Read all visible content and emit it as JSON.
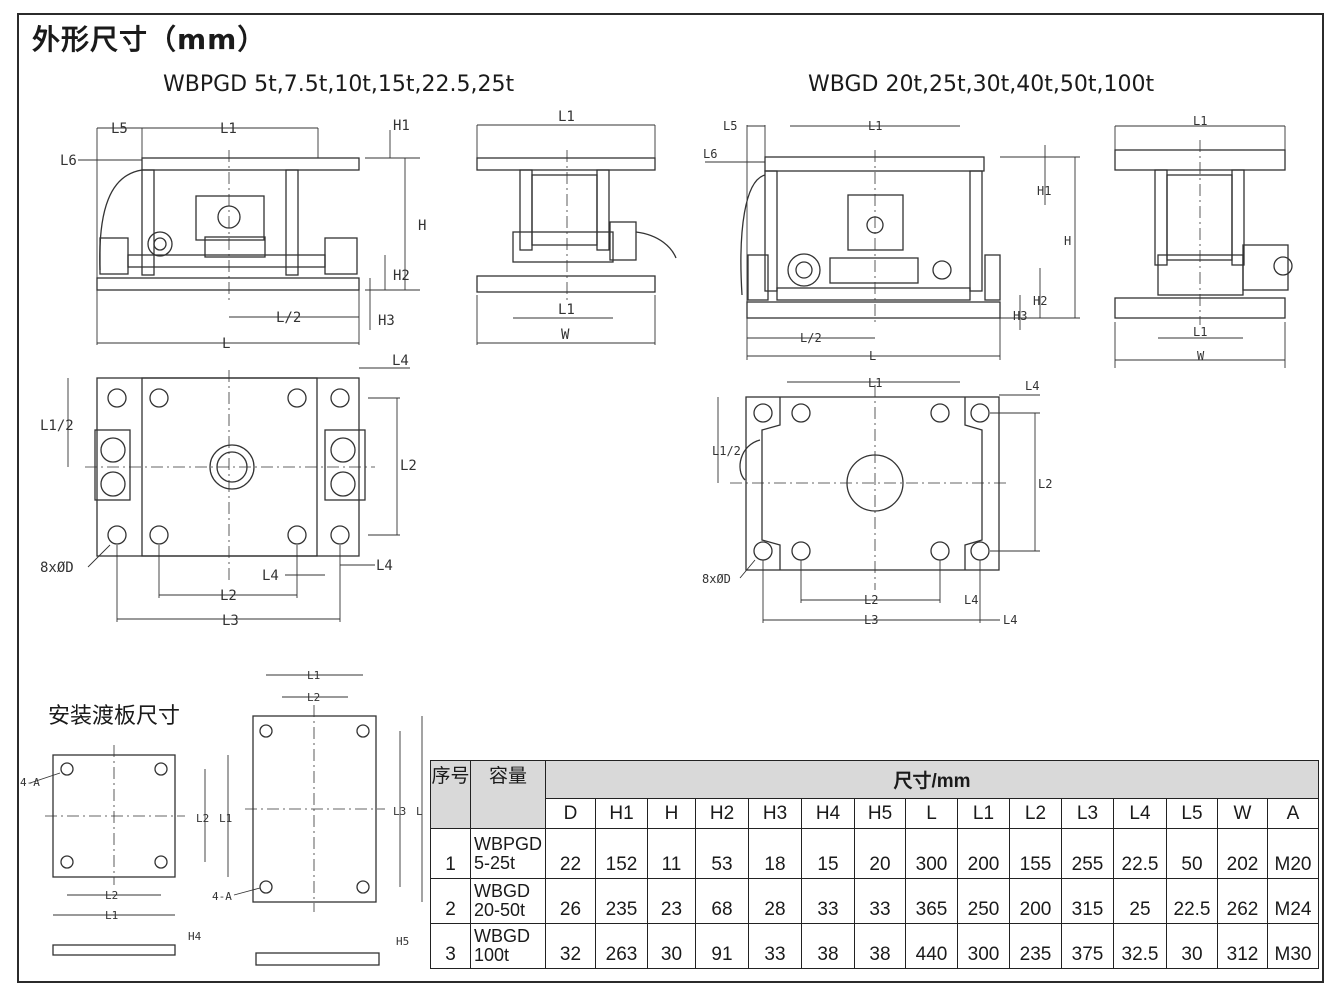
{
  "title": "外形尺寸（mm）",
  "models": {
    "left": "WBPGD 5t,7.5t,10t,15t,22.5,25t",
    "right": "WBGD 20t,25t,30t,40t,50t,100t"
  },
  "plate_title": "安装渡板尺寸",
  "labels": {
    "L": "L",
    "L1": "L1",
    "L2": "L2",
    "L3": "L3",
    "L4": "L4",
    "L5": "L5",
    "L6": "L6",
    "L_half": "L/2",
    "L1_half": "L1/2",
    "H": "H",
    "H1": "H1",
    "H2": "H2",
    "H3": "H3",
    "H4": "H4",
    "H5": "H5",
    "W": "W",
    "holes": "8xØD",
    "plate_holes": "4-A"
  },
  "table": {
    "col_no": "序号",
    "col_cap": "容量",
    "col_dims": "尺寸/mm",
    "dim_headers": [
      "D",
      "H1",
      "H",
      "H2",
      "H3",
      "H4",
      "H5",
      "L",
      "L1",
      "L2",
      "L3",
      "L4",
      "L5",
      "W",
      "A"
    ],
    "rows": [
      {
        "no": "1",
        "cap1": "WBPGD",
        "cap2": "5-25t",
        "vals": [
          "22",
          "152",
          "11",
          "53",
          "18",
          "15",
          "20",
          "300",
          "200",
          "155",
          "255",
          "22.5",
          "50",
          "202",
          "M20"
        ]
      },
      {
        "no": "2",
        "cap1": "WBGD",
        "cap2": "20-50t",
        "vals": [
          "26",
          "235",
          "23",
          "68",
          "28",
          "33",
          "33",
          "365",
          "250",
          "200",
          "315",
          "25",
          "22.5",
          "262",
          "M24"
        ]
      },
      {
        "no": "3",
        "cap1": "WBGD",
        "cap2": "100t",
        "vals": [
          "32",
          "263",
          "30",
          "91",
          "33",
          "38",
          "38",
          "440",
          "300",
          "235",
          "375",
          "32.5",
          "30",
          "312",
          "M30"
        ]
      }
    ]
  }
}
